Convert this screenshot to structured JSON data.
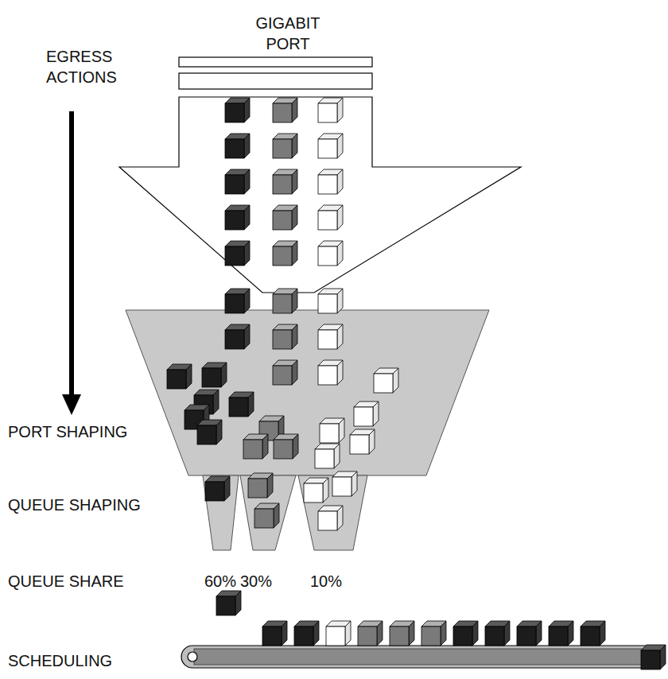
{
  "diagram": {
    "labels": [
      "GIGABIT PORT",
      "EGRESS ACTIONS",
      "PORT SHAPING",
      "QUEUE SHAPING",
      "QUEUE SHARE",
      "60%",
      "30%",
      "10%",
      "SCHEDULING"
    ]
  }
}
